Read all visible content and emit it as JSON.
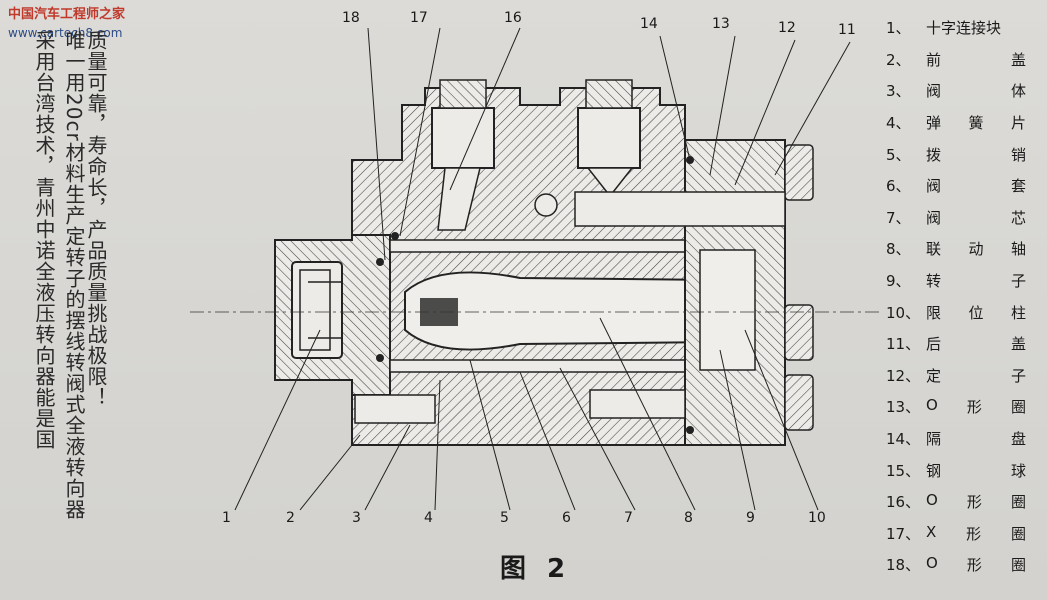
{
  "watermark": {
    "site_name": "中国汽车工程师之家",
    "url": "www.cartech8.com"
  },
  "side_text": {
    "columns": [
      "质量可靠，寿命长，产品质量挑战极限！",
      "唯一用20cr材料生产定转子的摆线转阀式全液转向器",
      "采用台湾技术，青州中诺全液压转向器能是国"
    ]
  },
  "callouts": {
    "top": [
      "18",
      "17",
      "16",
      "14",
      "13",
      "12",
      "11"
    ],
    "bottom": [
      "1",
      "2",
      "3",
      "4",
      "5",
      "6",
      "7",
      "8",
      "9",
      "10"
    ]
  },
  "figure_title": "图 2",
  "legend": [
    {
      "code": "1、",
      "name": "十字连接块"
    },
    {
      "code": "2、",
      "name": "前盖"
    },
    {
      "code": "3、",
      "name": "阀体"
    },
    {
      "code": "4、",
      "name": "弹簧片"
    },
    {
      "code": "5、",
      "name": "拨销"
    },
    {
      "code": "6、",
      "name": "阀套"
    },
    {
      "code": "7、",
      "name": "阀芯"
    },
    {
      "code": "8、",
      "name": "联动轴"
    },
    {
      "code": "9、",
      "name": "转子"
    },
    {
      "code": "10、",
      "name": "限位柱"
    },
    {
      "code": "11、",
      "name": "后盖"
    },
    {
      "code": "12、",
      "name": "定子"
    },
    {
      "code": "13、",
      "name": "O形圈"
    },
    {
      "code": "14、",
      "name": "隔盘"
    },
    {
      "code": "15、",
      "name": "钢球"
    },
    {
      "code": "16、",
      "name": "O形圈"
    },
    {
      "code": "17、",
      "name": "X形圈"
    },
    {
      "code": "18、",
      "name": "O形圈"
    }
  ]
}
